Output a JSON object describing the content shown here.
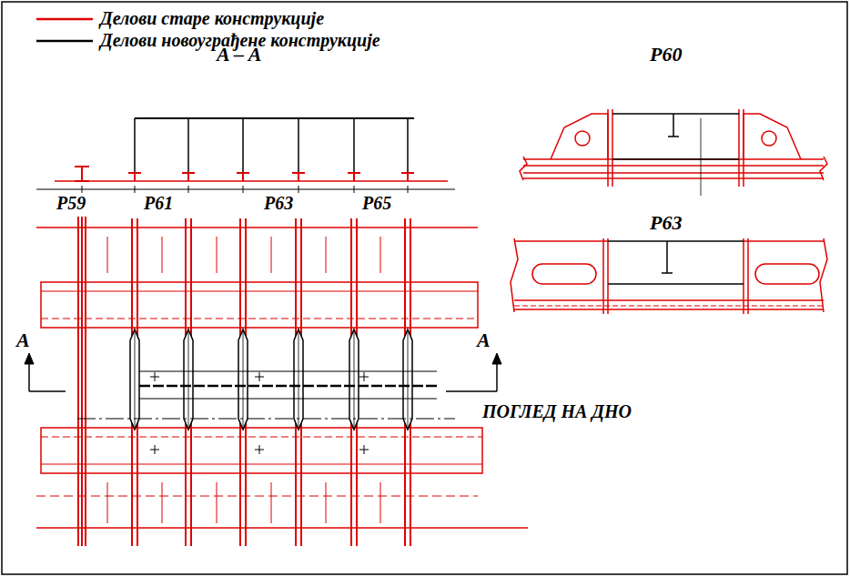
{
  "diagram": {
    "labels": [
      "A – A",
      "P59",
      "P61",
      "P63",
      "P65",
      "A",
      "A",
      "ПОГЛЕД НА ДНО",
      "P60",
      "P63"
    ],
    "legend": [
      {
        "text": "Делови старе конструкције"
      },
      {
        "text": "Делови новоуграђене конструкције"
      }
    ]
  }
}
